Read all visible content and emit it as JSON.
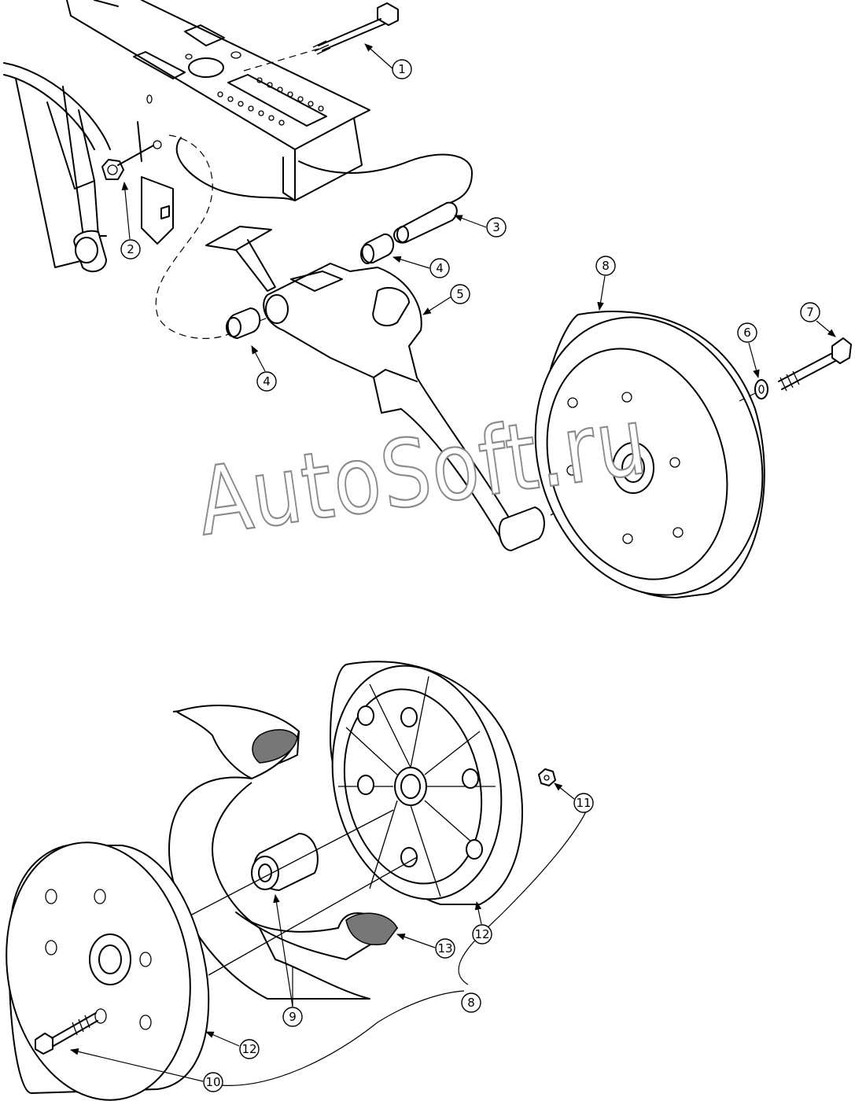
{
  "watermark": {
    "text": "AutoSoft.ru"
  },
  "callouts": [
    {
      "id": "c1",
      "label": "1"
    },
    {
      "id": "c2",
      "label": "2"
    },
    {
      "id": "c3",
      "label": "3"
    },
    {
      "id": "c4a",
      "label": "4"
    },
    {
      "id": "c4b",
      "label": "4"
    },
    {
      "id": "c5",
      "label": "5"
    },
    {
      "id": "c6",
      "label": "6"
    },
    {
      "id": "c7",
      "label": "7"
    },
    {
      "id": "c8a",
      "label": "8"
    },
    {
      "id": "c8b",
      "label": "8"
    },
    {
      "id": "c9",
      "label": "9"
    },
    {
      "id": "c10",
      "label": "10"
    },
    {
      "id": "c11",
      "label": "11"
    },
    {
      "id": "c12a",
      "label": "12"
    },
    {
      "id": "c12b",
      "label": "12"
    },
    {
      "id": "c13",
      "label": "13"
    }
  ]
}
